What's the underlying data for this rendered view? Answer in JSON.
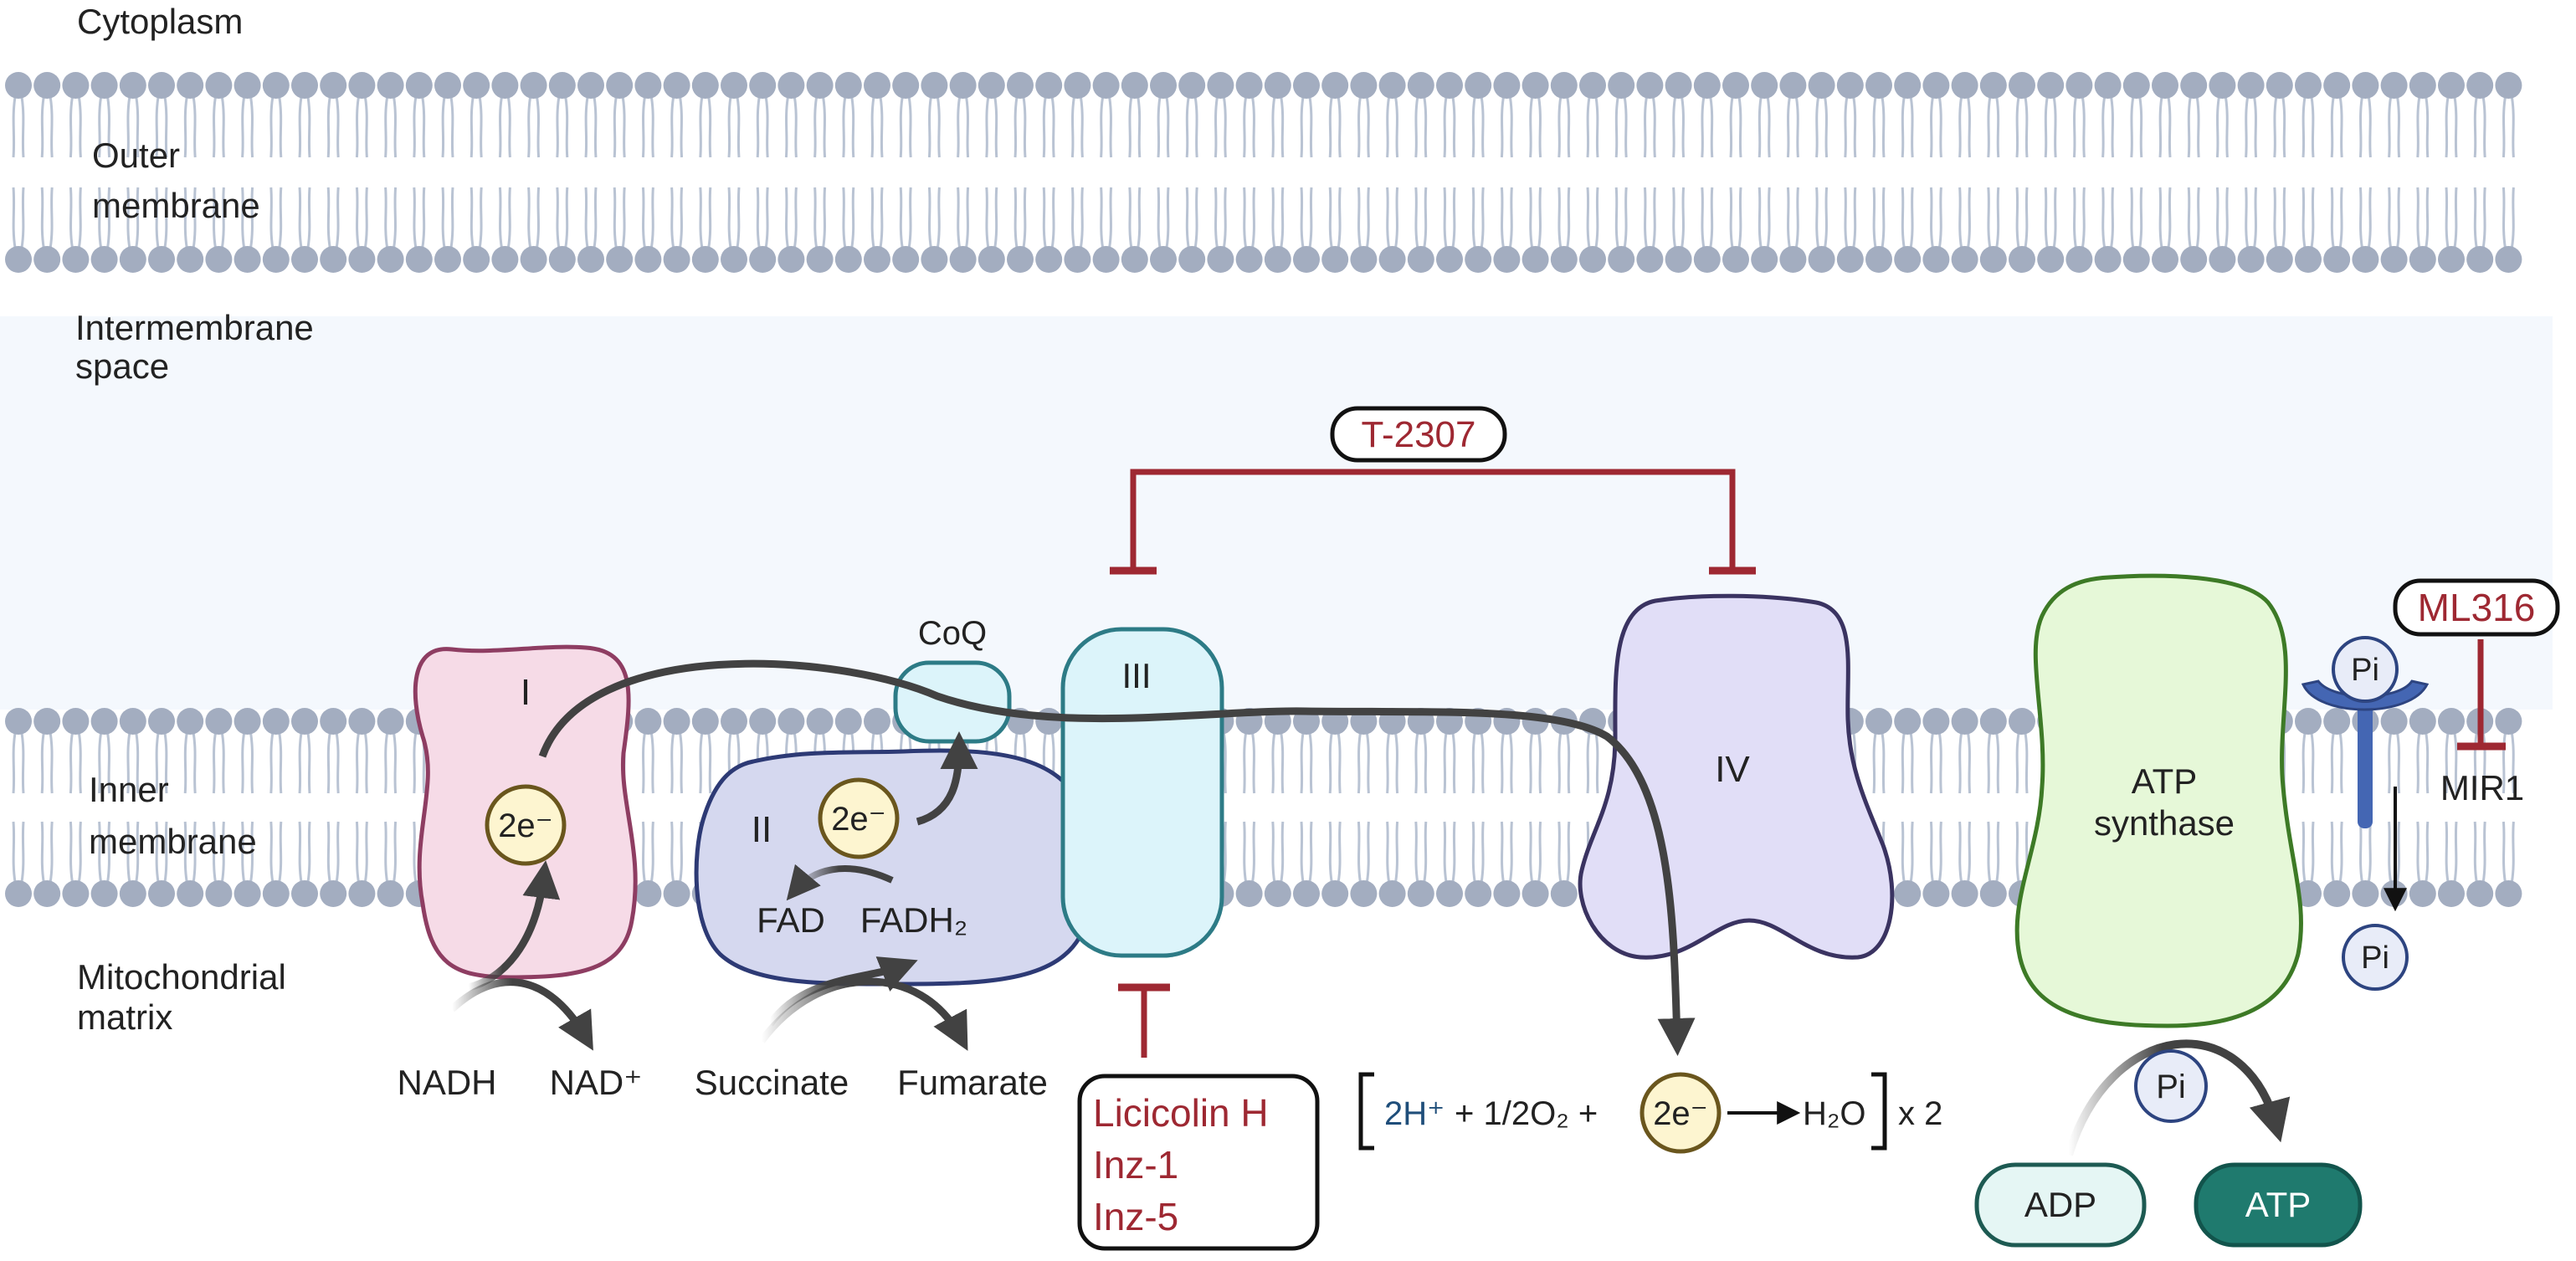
{
  "regions": {
    "cytoplasm": "Cytoplasm",
    "outer_membrane": [
      "Outer",
      "membrane"
    ],
    "intermembrane_space": [
      "Intermembrane",
      "space"
    ],
    "inner_membrane": [
      "Inner",
      "membrane"
    ],
    "matrix": [
      "Mitochondrial",
      "matrix"
    ]
  },
  "complexes": {
    "complex_1": "I",
    "complex_2": "II",
    "complex_3": "III",
    "complex_4": "IV",
    "coq": "CoQ",
    "atp_synthase": [
      "ATP",
      "synthase"
    ],
    "mir1": "MIR1"
  },
  "electron_label": "2e⁻",
  "substrates": {
    "nadh": "NADH",
    "nad_plus": "NAD⁺",
    "fad": "FAD",
    "fadh2": "FADH₂",
    "succinate": "Succinate",
    "fumarate": "Fumarate",
    "adp": "ADP",
    "atp": "ATP",
    "pi": "Pi"
  },
  "reaction": {
    "bracket_open": "[",
    "protons": "2H⁺",
    "oxygen": "+ 1/2O₂ +",
    "water": "H₂O",
    "bracket_close": "]",
    "multiplier": "x 2"
  },
  "inhibitors": {
    "t2307": "T-2307",
    "ml316": "ML316",
    "complex3_inhibitors": [
      "Licicolin H",
      "Inz-1",
      "Inz-5"
    ]
  },
  "colors": {
    "lipid_head": "#a3adc0",
    "lipid_tail": "#b9c3d3",
    "intermembrane_bg": "#f4f8fd",
    "inhibitor": "#9e2832",
    "arrow": "#424242",
    "complex_1_fill": "#f6dbe7",
    "complex_1_stroke": "#8e3d62",
    "complex_2_fill": "#d5d8ef",
    "complex_2_stroke": "#2d3a75",
    "complex_3_fill": "#dcf4fa",
    "complex_3_stroke": "#2d7b86",
    "complex_4_fill": "#e1def7",
    "complex_4_stroke": "#3a3361",
    "atp_synthase_fill": "#e6f8d8",
    "atp_synthase_stroke": "#3d7a26",
    "electron_fill": "#fdf5d0",
    "electron_stroke": "#6a561d",
    "pi_fill": "#e8ecf8",
    "pi_stroke": "#2d4480",
    "mir1_blue": "#4466b3",
    "adp_fill": "#e5f6f4",
    "atp_fill": "#1f7a6e",
    "proton_text": "#1f4e7a"
  }
}
